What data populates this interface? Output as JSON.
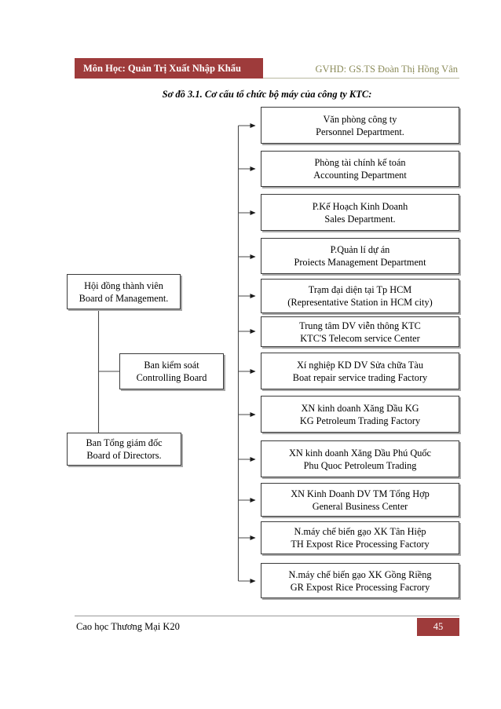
{
  "header": {
    "course_label": "Môn Học: Quản Trị Xuất Nhập Khẩu",
    "advisor_label": "GVHD: GS.TS Đoàn Thị Hồng Vân",
    "band_color": "#9e3b3b",
    "advisor_color": "#8c8c5a"
  },
  "caption": {
    "text": "Sơ đồ 3.1. Cơ cấu tổ chức bộ máy của công ty KTC:"
  },
  "org_chart": {
    "left_nodes": [
      {
        "id": "board-of-management",
        "line1": "Hội đồng thành viên",
        "line2": "Board of Management."
      },
      {
        "id": "controlling-board",
        "line1": "Ban kiểm soát",
        "line2": "Controlling Board"
      },
      {
        "id": "board-of-directors",
        "line1": "Ban Tổng giám đốc",
        "line2": "Board of Directors."
      }
    ],
    "right_nodes": [
      {
        "id": "personnel-department",
        "line1": "Văn phòng công ty",
        "line2": "Personnel Department."
      },
      {
        "id": "accounting-department",
        "line1": "Phòng tài chính kế toán",
        "line2": "Accounting Department"
      },
      {
        "id": "sales-department",
        "line1": "P.Kế Hoạch Kinh Doanh",
        "line2": "Sales Department."
      },
      {
        "id": "projects-management-department",
        "line1": "P.Quản lí dự án",
        "line2": "Proiects Management Department"
      },
      {
        "id": "representative-station-hcm",
        "line1": "Trạm đại diện tại Tp HCM",
        "line2": "(Representative Station in HCM city)"
      },
      {
        "id": "ktc-telecom-service-center",
        "line1": "Trung tâm DV viễn thông KTC",
        "line2": "KTC'S Telecom service Center"
      },
      {
        "id": "boat-repair-service-trading-factory",
        "line1": "Xí nghiệp KD DV Sửa chữa Tàu",
        "line2": "Boat repair service trading Factory"
      },
      {
        "id": "kg-petroleum-trading-factory",
        "line1": "XN kinh doanh Xăng Dầu KG",
        "line2": "KG Petroleum Trading Factory"
      },
      {
        "id": "phu-quoc-petroleum-trading",
        "line1": "XN kinh doanh Xăng Dầu Phú Quốc",
        "line2": "Phu Quoc Petroleum Trading"
      },
      {
        "id": "general-business-center",
        "line1": "XN Kinh Doanh DV TM Tổng Hợp",
        "line2": "General Business Center"
      },
      {
        "id": "tan-hiep-rice-processing-factory",
        "line1": "N.máy chế biến gạo XK Tân Hiệp",
        "line2": "TH Expost Rice Processing Factory"
      },
      {
        "id": "gong-rieng-rice-processing-factory",
        "line1": "N.máy chế biến gạo XK Gồng Riềng",
        "line2": "GR Expost Rice Processing Facrory"
      }
    ]
  },
  "footer": {
    "text": "Cao học Thương Mại K20",
    "page_number": "45",
    "page_box_color": "#9e3b3b"
  }
}
